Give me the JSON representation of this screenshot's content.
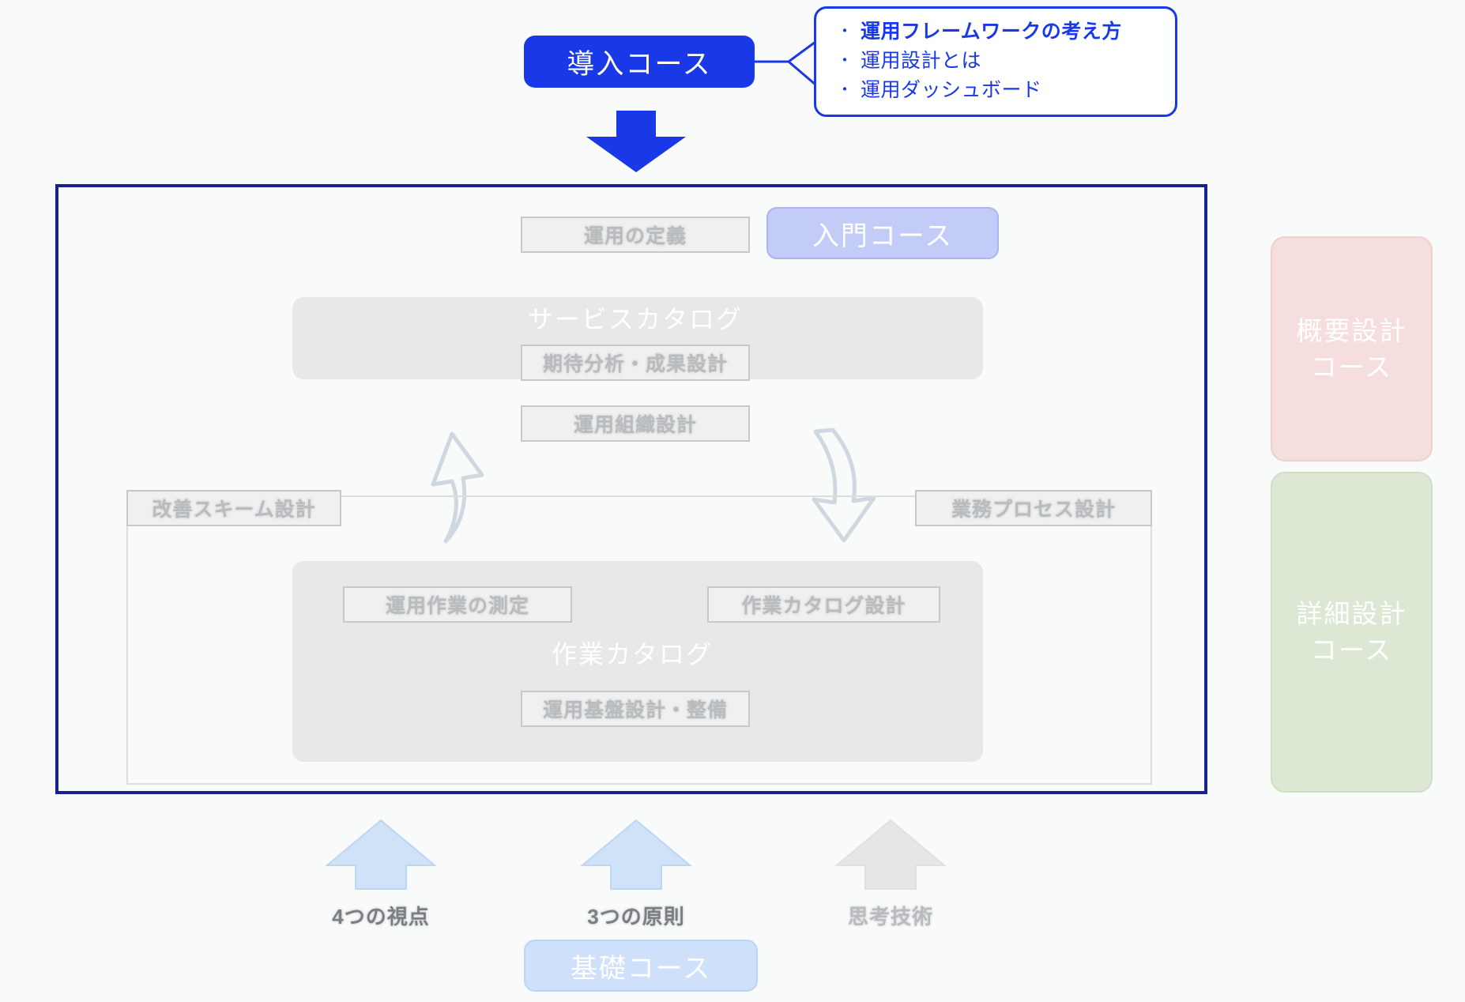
{
  "colors": {
    "accent_blue": "#1938e8",
    "frame_border": "#18228c",
    "entry_pill_bg": "#c3ccf7",
    "base_pill_bg": "#cfe0fb",
    "overview_card_bg": "#f7dede",
    "detail_card_bg": "#dde8d4",
    "faded_box_bg": "#f0f0f0",
    "faded_text": "#b9bcbe",
    "panel_grey": "#e8e8e8",
    "page_bg": "#f9fbfb"
  },
  "intro": {
    "pill_label": "導入コース",
    "callout": {
      "bullet": "・",
      "items": [
        {
          "text": "運用フレームワークの考え方",
          "emphasis": true
        },
        {
          "text": "運用設計とは",
          "emphasis": false
        },
        {
          "text": "運用ダッシュボード",
          "emphasis": false
        }
      ]
    }
  },
  "framework": {
    "entry_pill_label": "入門コース",
    "boxes": {
      "definition": "運用の定義",
      "expectation": "期待分析・成果設計",
      "org_design": "運用組織設計",
      "improvement_scheme": "改善スキーム設計",
      "business_process": "業務プロセス設計",
      "work_measure": "運用作業の測定",
      "work_catalog_design": "作業カタログ設計",
      "platform_design": "運用基盤設計・整備"
    },
    "panel_titles": {
      "service_catalog": "サービスカタログ",
      "work_catalog": "作業カタログ"
    }
  },
  "side_courses": [
    {
      "line1": "概要設計",
      "line2": "コース",
      "tone": "pink"
    },
    {
      "line1": "詳細設計",
      "line2": "コース",
      "tone": "green"
    }
  ],
  "foundations": {
    "arrows": [
      {
        "label": "4つの視点",
        "tone": "blue"
      },
      {
        "label": "3つの原則",
        "tone": "blue"
      },
      {
        "label": "思考技術",
        "tone": "grey"
      }
    ],
    "base_pill_label": "基礎コース"
  }
}
